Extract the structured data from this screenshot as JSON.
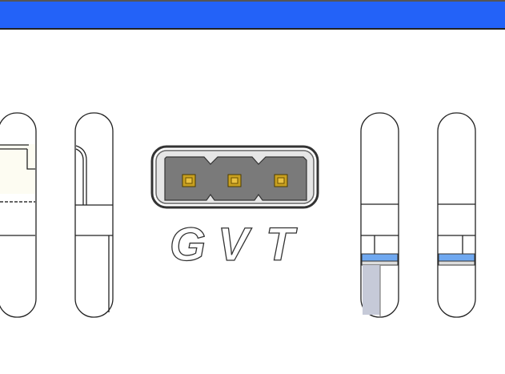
{
  "header": {
    "color": "#2362f8"
  },
  "connector": {
    "pin_labels": [
      "G",
      "V",
      "T"
    ],
    "pin_color": "#c8a020",
    "housing_color": "#7a7a7a"
  },
  "accent_color": "#6fa8f0"
}
